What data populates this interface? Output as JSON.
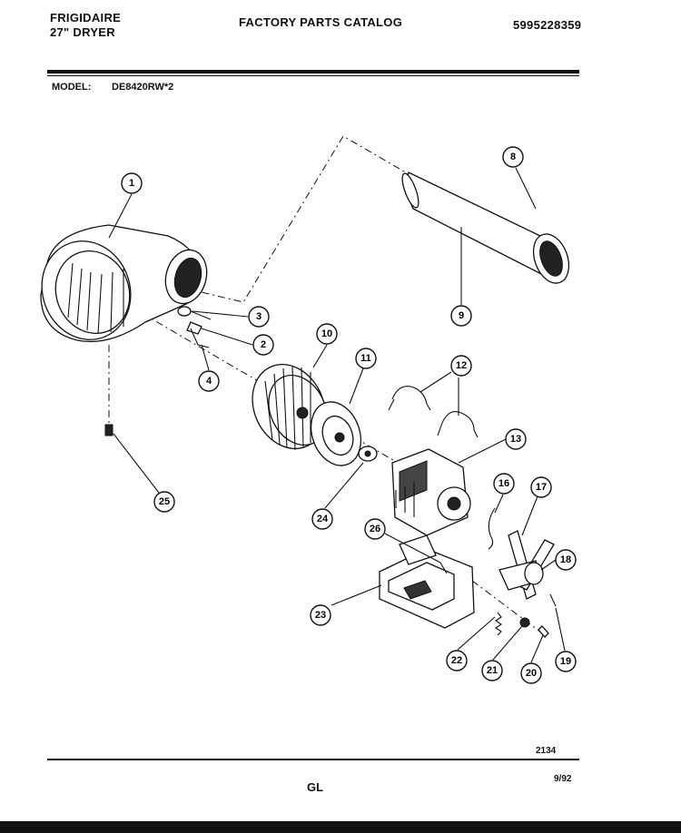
{
  "header": {
    "brand": "FRIGIDAIRE",
    "product": "27\" DRYER",
    "catalog_title": "FACTORY PARTS CATALOG",
    "catalog_number": "5995228359",
    "model_label": "MODEL:",
    "model_number": "DE8420RW*2"
  },
  "callouts": [
    "1",
    "2",
    "3",
    "4",
    "8",
    "9",
    "10",
    "11",
    "12",
    "13",
    "16",
    "17",
    "18",
    "19",
    "20",
    "21",
    "22",
    "23",
    "24",
    "25",
    "26"
  ],
  "footer": {
    "diagram_number": "2134",
    "date": "9/92",
    "section_code": "GL"
  },
  "colors": {
    "ink": "#111111",
    "paper": "#ffffff"
  }
}
